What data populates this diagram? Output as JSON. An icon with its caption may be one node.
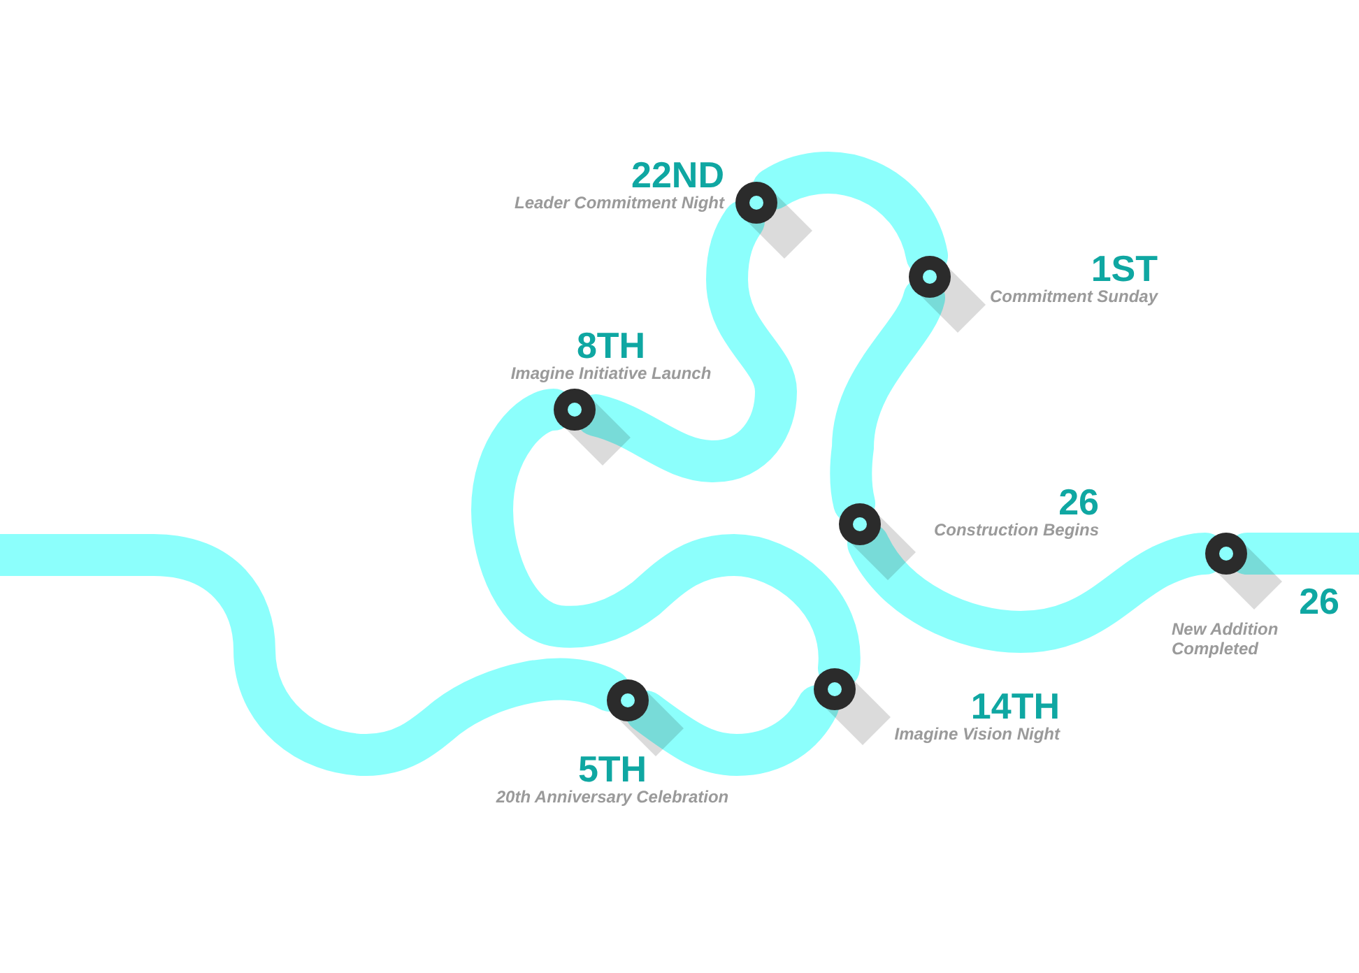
{
  "diagram": {
    "nodes": [
      {
        "text": [],
        "shape": "circle",
        "beside": [
          "5TH",
          "20th Anniversary Celebration"
        ]
      },
      {
        "text": [],
        "shape": "circle",
        "beside": [
          "14TH",
          "Imagine Vision Night"
        ]
      },
      {
        "text": [],
        "shape": "circle",
        "beside": [
          "8TH",
          "Imagine Initiative Launch"
        ]
      },
      {
        "text": [],
        "shape": "circle",
        "beside": [
          "22ND",
          "Leader Commitment Night"
        ]
      },
      {
        "text": [],
        "shape": "circle",
        "beside": [
          "1ST",
          "Commitment Sunday"
        ]
      },
      {
        "text": [],
        "shape": "circle",
        "beside": [
          "26",
          "Construction Begins"
        ]
      },
      {
        "text": [],
        "shape": "circle",
        "beside": [
          "26",
          "New Addition Completed"
        ]
      }
    ],
    "edges": [
      {
        "from": null,
        "to": 0,
        "arrow": "none"
      },
      {
        "from": 0,
        "to": 1,
        "arrow": "none"
      },
      {
        "from": 1,
        "to": 2,
        "arrow": "none"
      },
      {
        "from": 2,
        "to": 3,
        "arrow": "none"
      },
      {
        "from": 3,
        "to": 4,
        "arrow": "none"
      },
      {
        "from": 4,
        "to": 5,
        "arrow": "none"
      },
      {
        "from": 5,
        "to": 6,
        "arrow": "none"
      },
      {
        "from": 6,
        "to": null,
        "arrow": "none"
      }
    ]
  }
}
